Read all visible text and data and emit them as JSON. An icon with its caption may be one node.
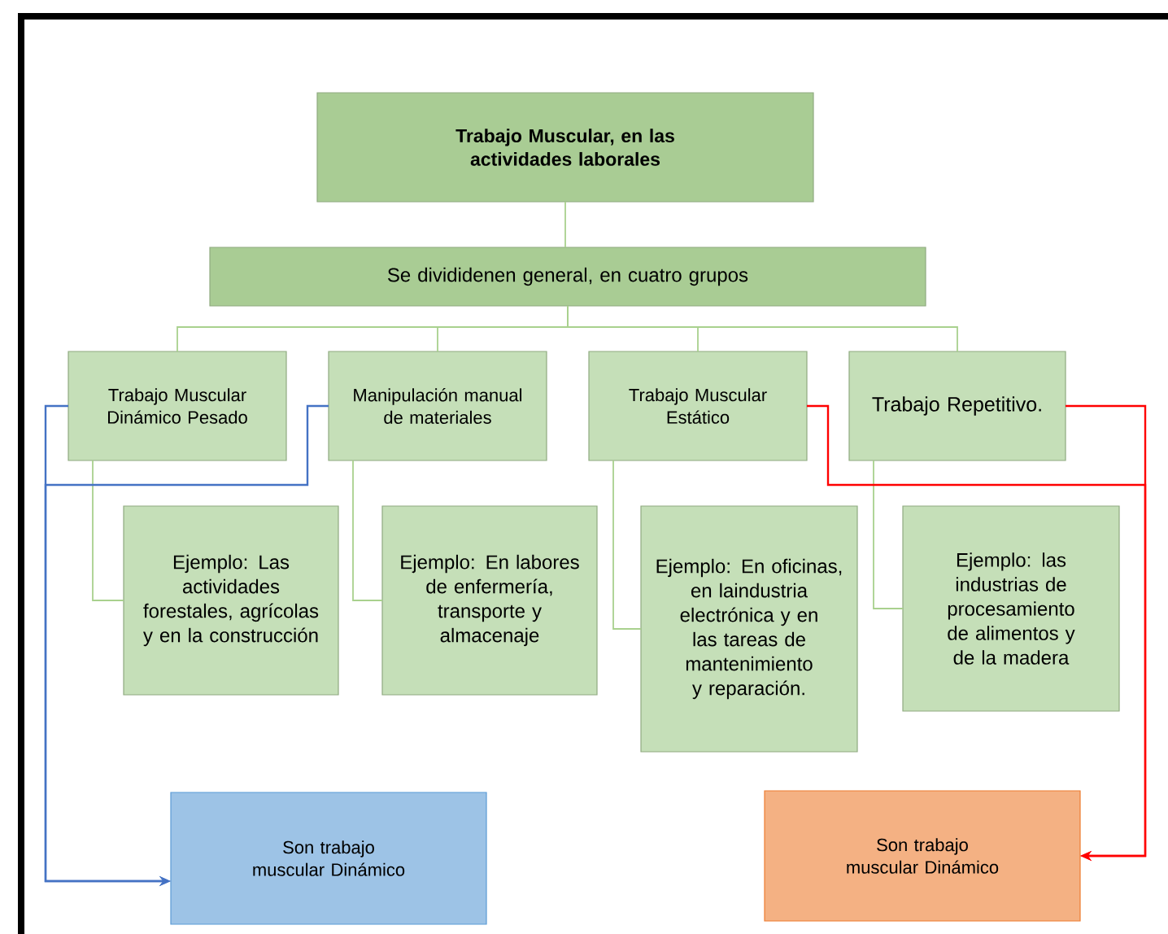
{
  "diagram": {
    "nodes": [
      {
        "text": [
          "Trabajo Muscular, en las actividades laborales"
        ]
      },
      {
        "text": [
          "Se divididenen general, en cuatro grupos"
        ]
      },
      {
        "text": [
          "Trabajo Muscular Dinámico Pesado"
        ]
      },
      {
        "text": [
          "Manipulación manual de materiales"
        ]
      },
      {
        "text": [
          "Trabajo Muscular Estático"
        ]
      },
      {
        "text": [
          "Trabajo Repetitivo."
        ]
      },
      {
        "text": [
          "Ejemplo: Las actividades forestales, agrícolas y en la construcción"
        ]
      },
      {
        "text": [
          "Ejemplo: En labores de enfermería, transporte y almacenaje"
        ]
      },
      {
        "text": [
          "Ejemplo: En oficinas, en laindustria electrónica y en las tareas de mantenimiento y reparación."
        ]
      },
      {
        "text": [
          "Ejemplo: las industrias de procesamiento de alimentos y de la madera"
        ]
      },
      {
        "text": [
          "Son trabajo muscular Dinámico"
        ]
      },
      {
        "text": [
          "Son trabajo muscular Dinámico"
        ]
      }
    ],
    "edges": [
      {
        "from": 0,
        "to": 1,
        "arrow": "none"
      },
      {
        "from": 1,
        "to": 2,
        "arrow": "none"
      },
      {
        "from": 1,
        "to": 3,
        "arrow": "none"
      },
      {
        "from": 1,
        "to": 4,
        "arrow": "none"
      },
      {
        "from": 1,
        "to": 5,
        "arrow": "none"
      },
      {
        "from": 2,
        "to": 6,
        "arrow": "none"
      },
      {
        "from": 3,
        "to": 7,
        "arrow": "none"
      },
      {
        "from": 4,
        "to": 8,
        "arrow": "none"
      },
      {
        "from": 5,
        "to": 9,
        "arrow": "none"
      },
      {
        "from": 2,
        "to": 10,
        "arrow": "to",
        "color": "#4472c4"
      },
      {
        "from": 3,
        "to": 10,
        "arrow": "to",
        "color": "#4472c4"
      },
      {
        "from": 4,
        "to": 11,
        "arrow": "to",
        "color": "#ff0000"
      },
      {
        "from": 5,
        "to": 11,
        "arrow": "to",
        "color": "#ff0000"
      }
    ]
  }
}
